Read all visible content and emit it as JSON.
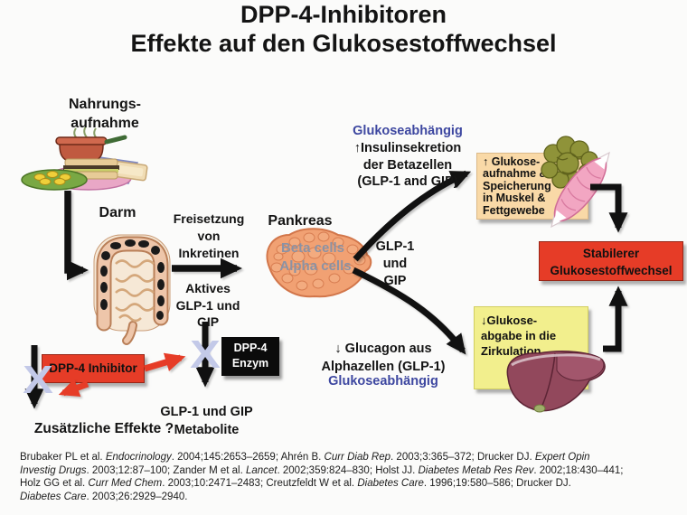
{
  "slide": {
    "title": "DPP-4-Inhibitoren\nEffekte auf den Glukosestoffwechsel"
  },
  "labels": {
    "food": "Nahrungs-\naufnahme",
    "intestine": "Darm",
    "incretin_release": "Freisetzung\nvon\nInkretinen",
    "pancreas": "Pankreas",
    "beta_cells": "Beta cells",
    "alpha_cells": "Alpha cells",
    "active_glp1": "Aktives\nGLP-1 und\nGIP",
    "glp1_gip": "GLP-1\nund\nGIP",
    "glucose_dependent_top": "Glukoseabhängig",
    "insulin_secretion": "↑Insulinsekretion\nder Betazellen\n(GLP-1 and GIP)",
    "glucagon": "↓ Glucagon aus\nAlphazellen (GLP-1)",
    "glucose_dependent_bottom": "Glukoseabhängig",
    "metabolites": "GLP-1 und GIP\nMetabolite",
    "additional_effects": "Zusätzliche Effekte ?"
  },
  "boxes": {
    "glucose_uptake": "↑ Glukose-\naufnahme &\nSpeicherung\nin Muskel &\nFettgewebe",
    "stable_metabolism": "Stabilerer\nGlukosestoffwechsel",
    "glucose_output": "↓Glukose-\nabgabe in die\nZirkulation",
    "dpp4_inhibitor": "DPP-4 Inhibitor",
    "dpp4_enzyme": "DPP-4\nEnzym"
  },
  "icons": {
    "inhibition_x": "X"
  },
  "colors": {
    "accent_red": "#e63c27",
    "box_orange": "#f9d9a7",
    "box_yellow": "#f2ef8d",
    "blue_text": "#3d47a0",
    "x_lavender": "#c3c9e8"
  },
  "references": {
    "segments": [
      {
        "text": "Brubaker PL et al. ",
        "italic": false
      },
      {
        "text": "Endocrinology",
        "italic": true
      },
      {
        "text": ". 2004;145:2653–2659; Ahrén B. ",
        "italic": false
      },
      {
        "text": "Curr Diab Rep",
        "italic": true
      },
      {
        "text": ". 2003;3:365–372; Drucker DJ. ",
        "italic": false
      },
      {
        "text": "Expert Opin",
        "italic": true,
        "br": true
      },
      {
        "text": "Investig Drugs",
        "italic": true
      },
      {
        "text": ". 2003;12:87–100; Zander M et al. ",
        "italic": false
      },
      {
        "text": "Lancet",
        "italic": true
      },
      {
        "text": ". 2002;359:824–830; Holst JJ. ",
        "italic": false
      },
      {
        "text": "Diabetes Metab Res Rev",
        "italic": true
      },
      {
        "text": ". 2002;18:430–441;",
        "italic": false,
        "br": true
      },
      {
        "text": "Holz GG et al. ",
        "italic": false
      },
      {
        "text": "Curr Med Chem",
        "italic": true
      },
      {
        "text": ". 2003;10:2471–2483; Creutzfeldt W et al. ",
        "italic": false
      },
      {
        "text": "Diabetes Care",
        "italic": true
      },
      {
        "text": ". 1996;19:580–586; Drucker DJ.",
        "italic": false,
        "br": true
      },
      {
        "text": "Diabetes Care",
        "italic": true
      },
      {
        "text": ". 2003;26:2929–2940.",
        "italic": false
      }
    ]
  }
}
